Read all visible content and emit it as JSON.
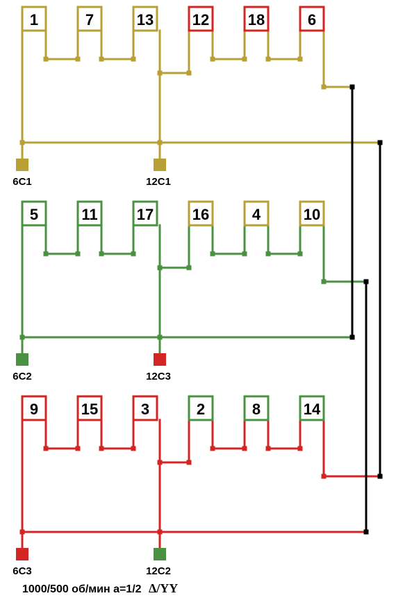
{
  "colors": {
    "gold": "#b8a035",
    "green": "#4a9142",
    "red": "#d42525",
    "black": "#000000"
  },
  "groups": [
    {
      "name": "group-1",
      "wire_color": "gold",
      "coils": [
        {
          "label": "1",
          "color": "gold"
        },
        {
          "label": "7",
          "color": "gold"
        },
        {
          "label": "13",
          "color": "gold"
        },
        {
          "label": "12",
          "color": "red"
        },
        {
          "label": "18",
          "color": "red"
        },
        {
          "label": "6",
          "color": "red"
        }
      ],
      "terminals": [
        {
          "label": "6C1",
          "color": "gold"
        },
        {
          "label": "12C1",
          "color": "gold"
        }
      ]
    },
    {
      "name": "group-2",
      "wire_color": "green",
      "coils": [
        {
          "label": "5",
          "color": "green"
        },
        {
          "label": "11",
          "color": "green"
        },
        {
          "label": "17",
          "color": "green"
        },
        {
          "label": "16",
          "color": "gold"
        },
        {
          "label": "4",
          "color": "gold"
        },
        {
          "label": "10",
          "color": "gold"
        }
      ],
      "terminals": [
        {
          "label": "6C2",
          "color": "green"
        },
        {
          "label": "12C3",
          "color": "red"
        }
      ]
    },
    {
      "name": "group-3",
      "wire_color": "red",
      "coils": [
        {
          "label": "9",
          "color": "red"
        },
        {
          "label": "15",
          "color": "red"
        },
        {
          "label": "3",
          "color": "red"
        },
        {
          "label": "2",
          "color": "green"
        },
        {
          "label": "8",
          "color": "green"
        },
        {
          "label": "14",
          "color": "green"
        }
      ],
      "terminals": [
        {
          "label": "6C3",
          "color": "red"
        },
        {
          "label": "12C2",
          "color": "green"
        }
      ]
    }
  ],
  "caption": {
    "text": "1000/500 об/мин a=1/2",
    "connection": "Δ/YY"
  }
}
